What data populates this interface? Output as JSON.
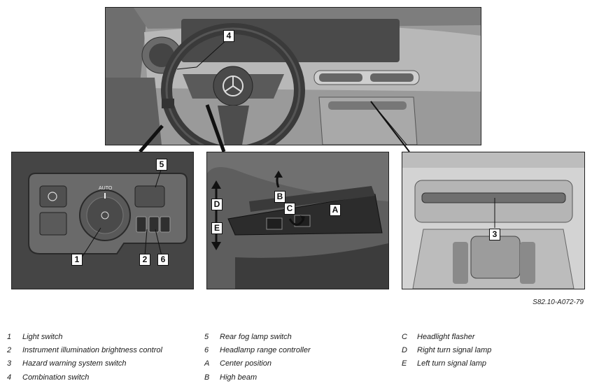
{
  "figure_ref": "S82.10-A072-79",
  "callouts": {
    "c1": "1",
    "c2": "2",
    "c3": "3",
    "c4": "4",
    "c5": "5",
    "c6": "6",
    "A": "A",
    "B": "B",
    "C": "C",
    "D": "D",
    "E": "E"
  },
  "panel_text": {
    "auto": "AUTO"
  },
  "legend": [
    {
      "key": "1",
      "label": "Light switch"
    },
    {
      "key": "2",
      "label": "Instrument illumination brightness control"
    },
    {
      "key": "3",
      "label": "Hazard warning system switch"
    },
    {
      "key": "4",
      "label": "Combination switch"
    },
    {
      "key": "5",
      "label": "Rear fog lamp switch"
    },
    {
      "key": "6",
      "label": "Headlamp range controller"
    },
    {
      "key": "A",
      "label": "Center position"
    },
    {
      "key": "B",
      "label": "High beam"
    },
    {
      "key": "C",
      "label": "Headlight flasher"
    },
    {
      "key": "D",
      "label": "Right turn signal lamp"
    },
    {
      "key": "E",
      "label": "Left turn signal lamp"
    }
  ]
}
